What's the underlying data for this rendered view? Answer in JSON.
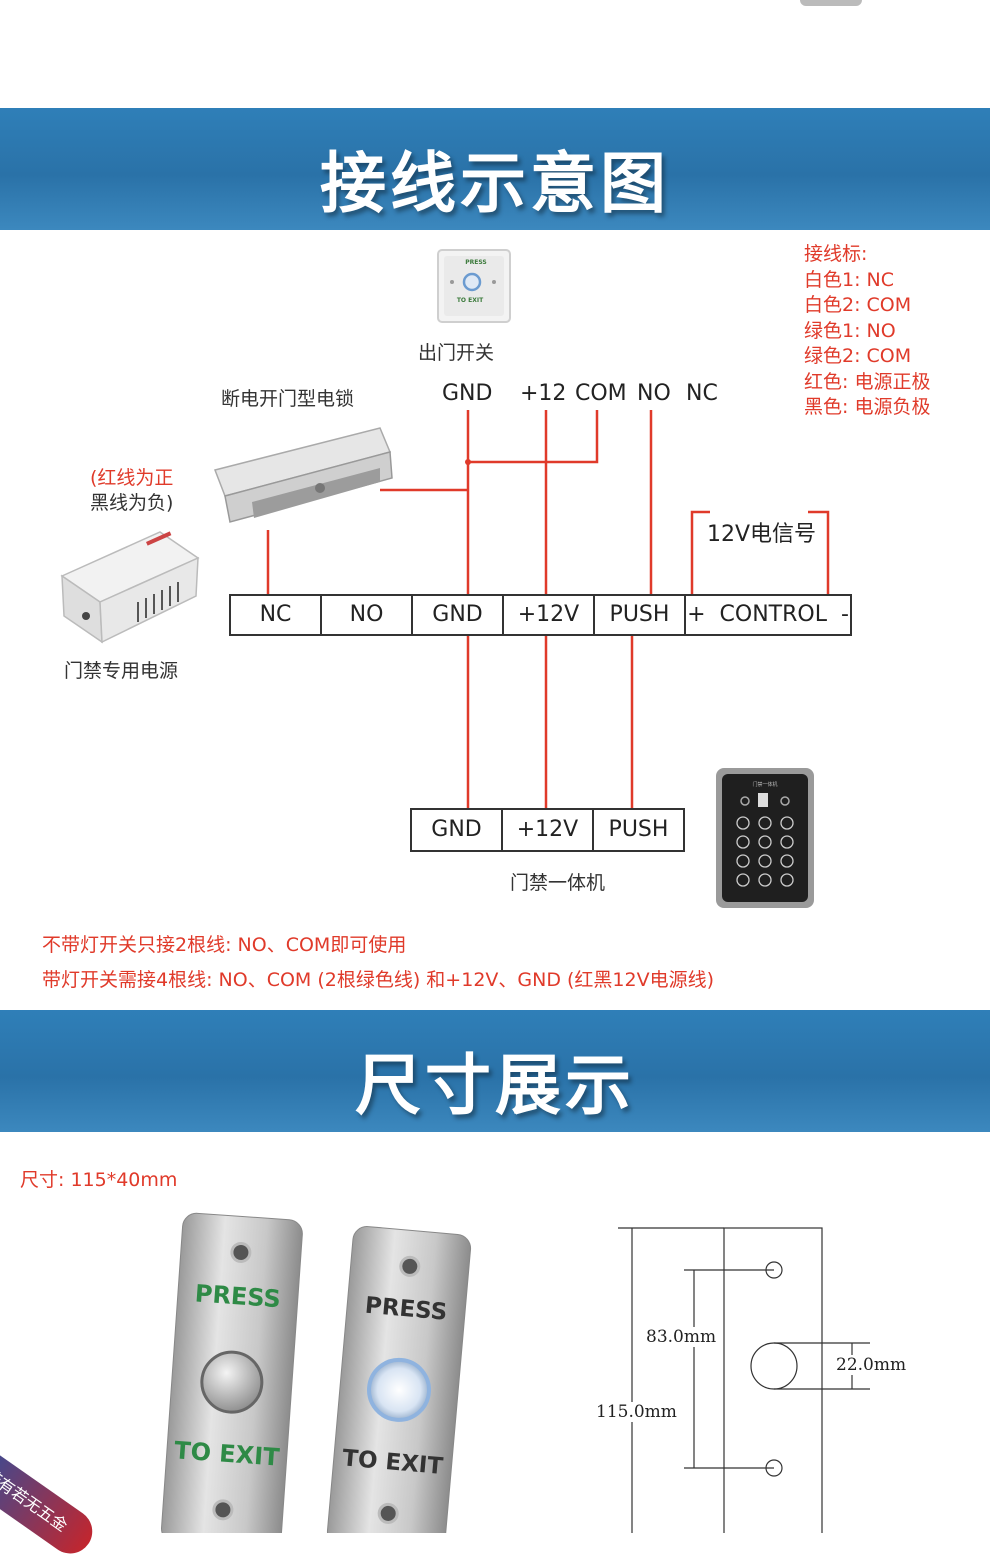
{
  "section1": {
    "title": "接线示意图"
  },
  "section2": {
    "title": "尺寸展示"
  },
  "exit_button": {
    "label": "出门开关",
    "face_top": "PRESS",
    "face_bottom": "TO EXIT"
  },
  "lock": {
    "label": "断电开门型电锁"
  },
  "power_note": {
    "line1": "(红线为正",
    "line2": "黑线为负)"
  },
  "power_supply": {
    "label": "门禁专用电源"
  },
  "switch_terminals": [
    "GND",
    "+12",
    "COM",
    "NO",
    "NC"
  ],
  "signal_label": "12V电信号",
  "main_terminals": [
    "NC",
    "NO",
    "GND",
    "+12V",
    "PUSH",
    "+  CONTROL  -"
  ],
  "controller_terminals": [
    "GND",
    "+12V",
    "PUSH"
  ],
  "controller": {
    "label": "门禁一体机"
  },
  "legend": {
    "title": "接线标:",
    "items": [
      "白色1: NC",
      "白色2: COM",
      "绿色1: NO",
      "绿色2: COM",
      "红色: 电源正极",
      "黑色: 电源负极"
    ]
  },
  "notes": [
    "不带灯开关只接2根线: NO、COM即可使用",
    "带灯开关需接4根线: NO、COM (2根绿色线) 和+12V、GND (红黑12V电源线)"
  ],
  "size": {
    "label": "尺寸: 115*40mm"
  },
  "panels": {
    "press": "PRESS",
    "exit": "TO EXIT"
  },
  "dimensions": {
    "d1": "83.0mm",
    "d2": "115.0mm",
    "d3": "22.0mm"
  },
  "watermark": "若有若无五金",
  "colors": {
    "banner": "#2f7fb8",
    "wire": "#e03a2a",
    "note": "#e03a2a"
  }
}
